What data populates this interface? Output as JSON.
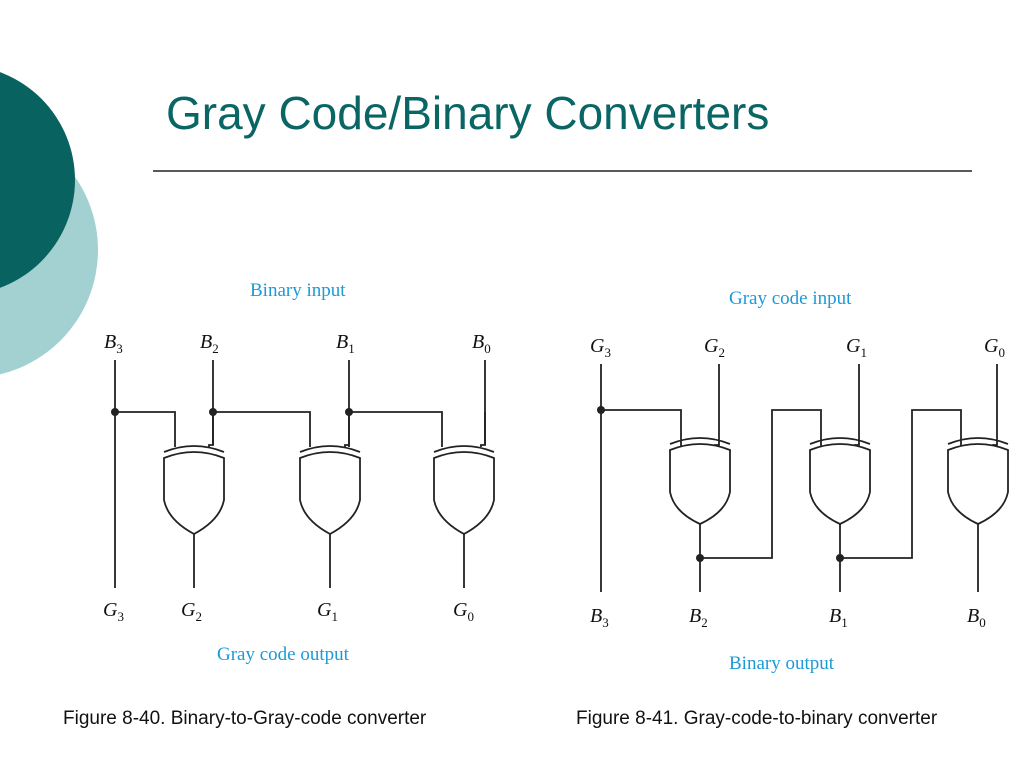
{
  "slide": {
    "title": "Gray Code/Binary Converters",
    "colors": {
      "title": "#0a6664",
      "dark_circle": "#08625f",
      "light_circle": "#a3d1d1",
      "label_blue": "#1c9ad6"
    }
  },
  "fig40": {
    "top_label": "Binary input",
    "bottom_label": "Gray code output",
    "caption": "Figure 8-40. Binary-to-Gray-code converter",
    "inputs": [
      {
        "letter": "B",
        "sub": "3"
      },
      {
        "letter": "B",
        "sub": "2"
      },
      {
        "letter": "B",
        "sub": "1"
      },
      {
        "letter": "B",
        "sub": "0"
      }
    ],
    "outputs": [
      {
        "letter": "G",
        "sub": "3"
      },
      {
        "letter": "G",
        "sub": "2"
      },
      {
        "letter": "G",
        "sub": "1"
      },
      {
        "letter": "G",
        "sub": "0"
      }
    ]
  },
  "fig41": {
    "top_label": "Gray code input",
    "bottom_label": "Binary output",
    "caption": "Figure 8-41. Gray-code-to-binary converter",
    "inputs": [
      {
        "letter": "G",
        "sub": "3"
      },
      {
        "letter": "G",
        "sub": "2"
      },
      {
        "letter": "G",
        "sub": "1"
      },
      {
        "letter": "G",
        "sub": "0"
      }
    ],
    "outputs": [
      {
        "letter": "B",
        "sub": "3"
      },
      {
        "letter": "B",
        "sub": "2"
      },
      {
        "letter": "B",
        "sub": "1"
      },
      {
        "letter": "B",
        "sub": "0"
      }
    ]
  }
}
